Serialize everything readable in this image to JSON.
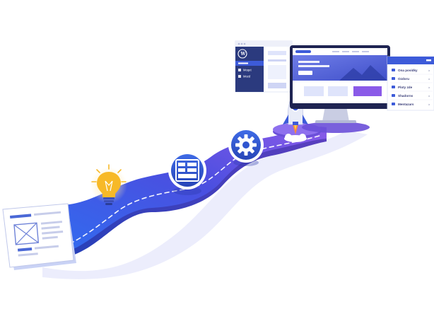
{
  "colors": {
    "road_start": "#2f6df0",
    "road_end": "#8a5ae8",
    "road_shadow": "#cfd0f4",
    "panel_header": "#3d5bd9",
    "wp_sidebar": "#2b3a7e",
    "bulb": "#f7b928",
    "rocket": "#e9ecf8",
    "flame": "#ff8a3d"
  },
  "icons": {
    "wireframe": "wireframe-document-icon",
    "idea": "lightbulb-icon",
    "layout": "layout-grid-icon",
    "settings": "gear-icon",
    "launch": "rocket-icon"
  },
  "wp_panel": {
    "menu_items": [
      {
        "label": "Moqet"
      },
      {
        "label": "Mozd"
      }
    ]
  },
  "side_panel": {
    "items": [
      {
        "label": "Ona povidky"
      },
      {
        "label": "Ozdoru"
      },
      {
        "label": "Ploty zde"
      },
      {
        "label": "Shadorns"
      },
      {
        "label": "Mentazars"
      }
    ]
  }
}
